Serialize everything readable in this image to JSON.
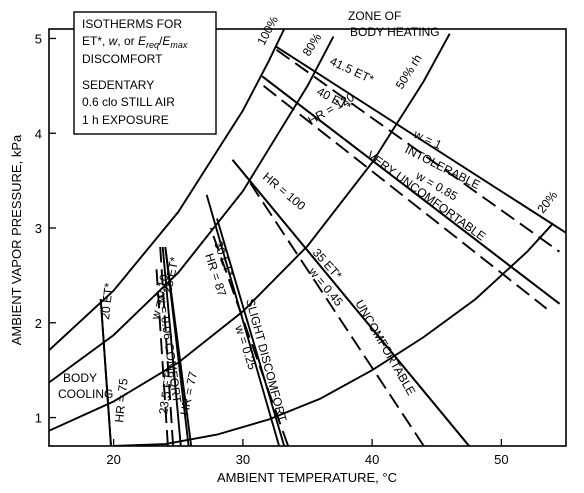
{
  "chart_data": {
    "type": "line",
    "title_box": {
      "line1": "ISOTHERMS FOR",
      "line2_a": "ET*, ",
      "line2_w": "w",
      "line2_b": ", or ",
      "line2_e1": "E",
      "line2_sub1": "req",
      "line2_slash": "/",
      "line2_e2": "E",
      "line2_sub2": "max",
      "line3": "DISCOMFORT",
      "line4": "SEDENTARY",
      "line5": "0.6 clo STILL AIR",
      "line6": "1 h EXPOSURE"
    },
    "xlabel": "AMBIENT TEMPERATURE, °C",
    "ylabel": "AMBIENT VAPOR PRESSURE, kPa",
    "xlim": [
      15,
      55
    ],
    "ylim": [
      0.7,
      5.1
    ],
    "x_ticks": [
      20,
      30,
      40,
      50
    ],
    "y_ticks": [
      1,
      2,
      3,
      4,
      5
    ],
    "curves": [
      {
        "name": "20%",
        "points": [
          [
            20,
            0.7
          ],
          [
            24,
            0.72
          ],
          [
            28,
            0.82
          ],
          [
            32,
            0.98
          ],
          [
            36,
            1.2
          ],
          [
            40,
            1.5
          ],
          [
            44,
            1.85
          ],
          [
            48,
            2.25
          ],
          [
            52,
            2.75
          ],
          [
            54,
            3.05
          ]
        ]
      },
      {
        "name": "50% rh",
        "points": [
          [
            15,
            0.86
          ],
          [
            20,
            1.17
          ],
          [
            25,
            1.58
          ],
          [
            30,
            2.12
          ],
          [
            35,
            2.81
          ],
          [
            40,
            3.69
          ],
          [
            44,
            4.55
          ],
          [
            46,
            5.05
          ]
        ]
      },
      {
        "name": "80%",
        "points": [
          [
            15,
            1.37
          ],
          [
            20,
            1.87
          ],
          [
            25,
            2.53
          ],
          [
            30,
            3.39
          ],
          [
            35,
            4.5
          ],
          [
            37,
            5.02
          ]
        ]
      },
      {
        "name": "100%",
        "points": [
          [
            15,
            1.71
          ],
          [
            20,
            2.34
          ],
          [
            25,
            3.17
          ],
          [
            30,
            4.24
          ],
          [
            32,
            4.76
          ],
          [
            33.2,
            5.1
          ]
        ]
      }
    ],
    "isotherms": [
      {
        "series": "20 ET*",
        "style": "solid",
        "points": [
          [
            19.8,
            0.7
          ],
          [
            19.0,
            2.25
          ]
        ]
      },
      {
        "series": "HR = 75",
        "style": "solid",
        "points": [
          [
            19.8,
            0.7
          ],
          [
            19.0,
            2.25
          ]
        ]
      },
      {
        "series": "w = 0.06 COMFORT",
        "style": "dashed",
        "points": [
          [
            24.2,
            0.7
          ],
          [
            23.3,
            2.6
          ]
        ]
      },
      {
        "series": "w = 0.10",
        "style": "dashed",
        "points": [
          [
            24.6,
            0.7
          ],
          [
            23.6,
            2.8
          ]
        ]
      },
      {
        "series": "23.5 ET*",
        "style": "solid",
        "points": [
          [
            25.2,
            0.7
          ],
          [
            23.8,
            2.8
          ]
        ]
      },
      {
        "series": "HR = 77",
        "style": "solid",
        "points": [
          [
            25.8,
            0.7
          ],
          [
            24.0,
            2.8
          ]
        ]
      },
      {
        "series": "25 ET*",
        "style": "solid",
        "points": [
          [
            26.0,
            0.7
          ],
          [
            24.0,
            2.8
          ]
        ]
      },
      {
        "series": "30 ET*",
        "style": "solid",
        "points": [
          [
            32.8,
            0.7
          ],
          [
            27.2,
            3.35
          ]
        ]
      },
      {
        "series": "HR = 87",
        "style": "solid",
        "points": [
          [
            33.2,
            0.7
          ],
          [
            28.0,
            3.1
          ]
        ]
      },
      {
        "series": "w = 0.25 SLIGHT DISCOMFORT",
        "style": "dashed",
        "points": [
          [
            33.5,
            0.7
          ],
          [
            27.5,
            3.0
          ]
        ]
      },
      {
        "series": "35 ET*",
        "style": "solid",
        "points": [
          [
            47.5,
            0.7
          ],
          [
            29.2,
            3.72
          ]
        ]
      },
      {
        "series": "HR = 100",
        "style": "solid",
        "points": [
          [
            47.5,
            0.7
          ],
          [
            29.2,
            3.72
          ]
        ]
      },
      {
        "series": "w = 0.45 UNCOMFORTABLE",
        "style": "dashed",
        "points": [
          [
            44.0,
            0.7
          ],
          [
            30.2,
            3.55
          ]
        ]
      },
      {
        "series": "40 ET*",
        "style": "solid",
        "points": [
          [
            31.5,
            4.6
          ],
          [
            54.5,
            2.2
          ]
        ]
      },
      {
        "series": "HR = 120",
        "style": "solid",
        "points": [
          [
            31.5,
            4.6
          ],
          [
            54.5,
            2.2
          ]
        ]
      },
      {
        "series": "w = 0.85 VERY UNCOMFORTABLE",
        "style": "dashed",
        "points": [
          [
            31.6,
            4.5
          ],
          [
            53.5,
            2.15
          ]
        ]
      },
      {
        "series": "41.5 ET*",
        "style": "solid",
        "points": [
          [
            32.5,
            4.92
          ],
          [
            55.0,
            2.95
          ]
        ]
      },
      {
        "series": "w = 1 INTOLERABLE",
        "style": "dashed",
        "points": [
          [
            32.6,
            4.88
          ],
          [
            54.5,
            2.75
          ]
        ]
      }
    ],
    "labels": {
      "zone1": "ZONE OF",
      "zone2": "BODY HEATING",
      "body1": "BODY",
      "body2": "COOLING",
      "rh100": "100%",
      "rh80": "80%",
      "rh50": "50% rh",
      "rh20": "20%",
      "et415": "41.5 ET*",
      "w1": "w = 1",
      "intolerable": "INTOLERABLE",
      "et40": "40 ET*",
      "hr120": "HR = 120",
      "w085": "w = 0.85",
      "veryunc": "VERY UNCOMFORTABLE",
      "hr100": "HR = 100",
      "et35": "35 ET*",
      "w045": "w = 0.45",
      "unc": "UNCOMFORTABLE",
      "et30": "30 ET*",
      "hr87": "HR = 87",
      "slight": "SLIGHT DISCOMFORT",
      "w025": "w = 0.25",
      "et25": "25 ET*",
      "w010": "w = 0.10",
      "w006": "w = 0.06 COMFORT",
      "et235": "23.5 ET*",
      "hr77": "HR = 77",
      "et20": "20 ET*",
      "hr75": "HR = 75"
    }
  }
}
